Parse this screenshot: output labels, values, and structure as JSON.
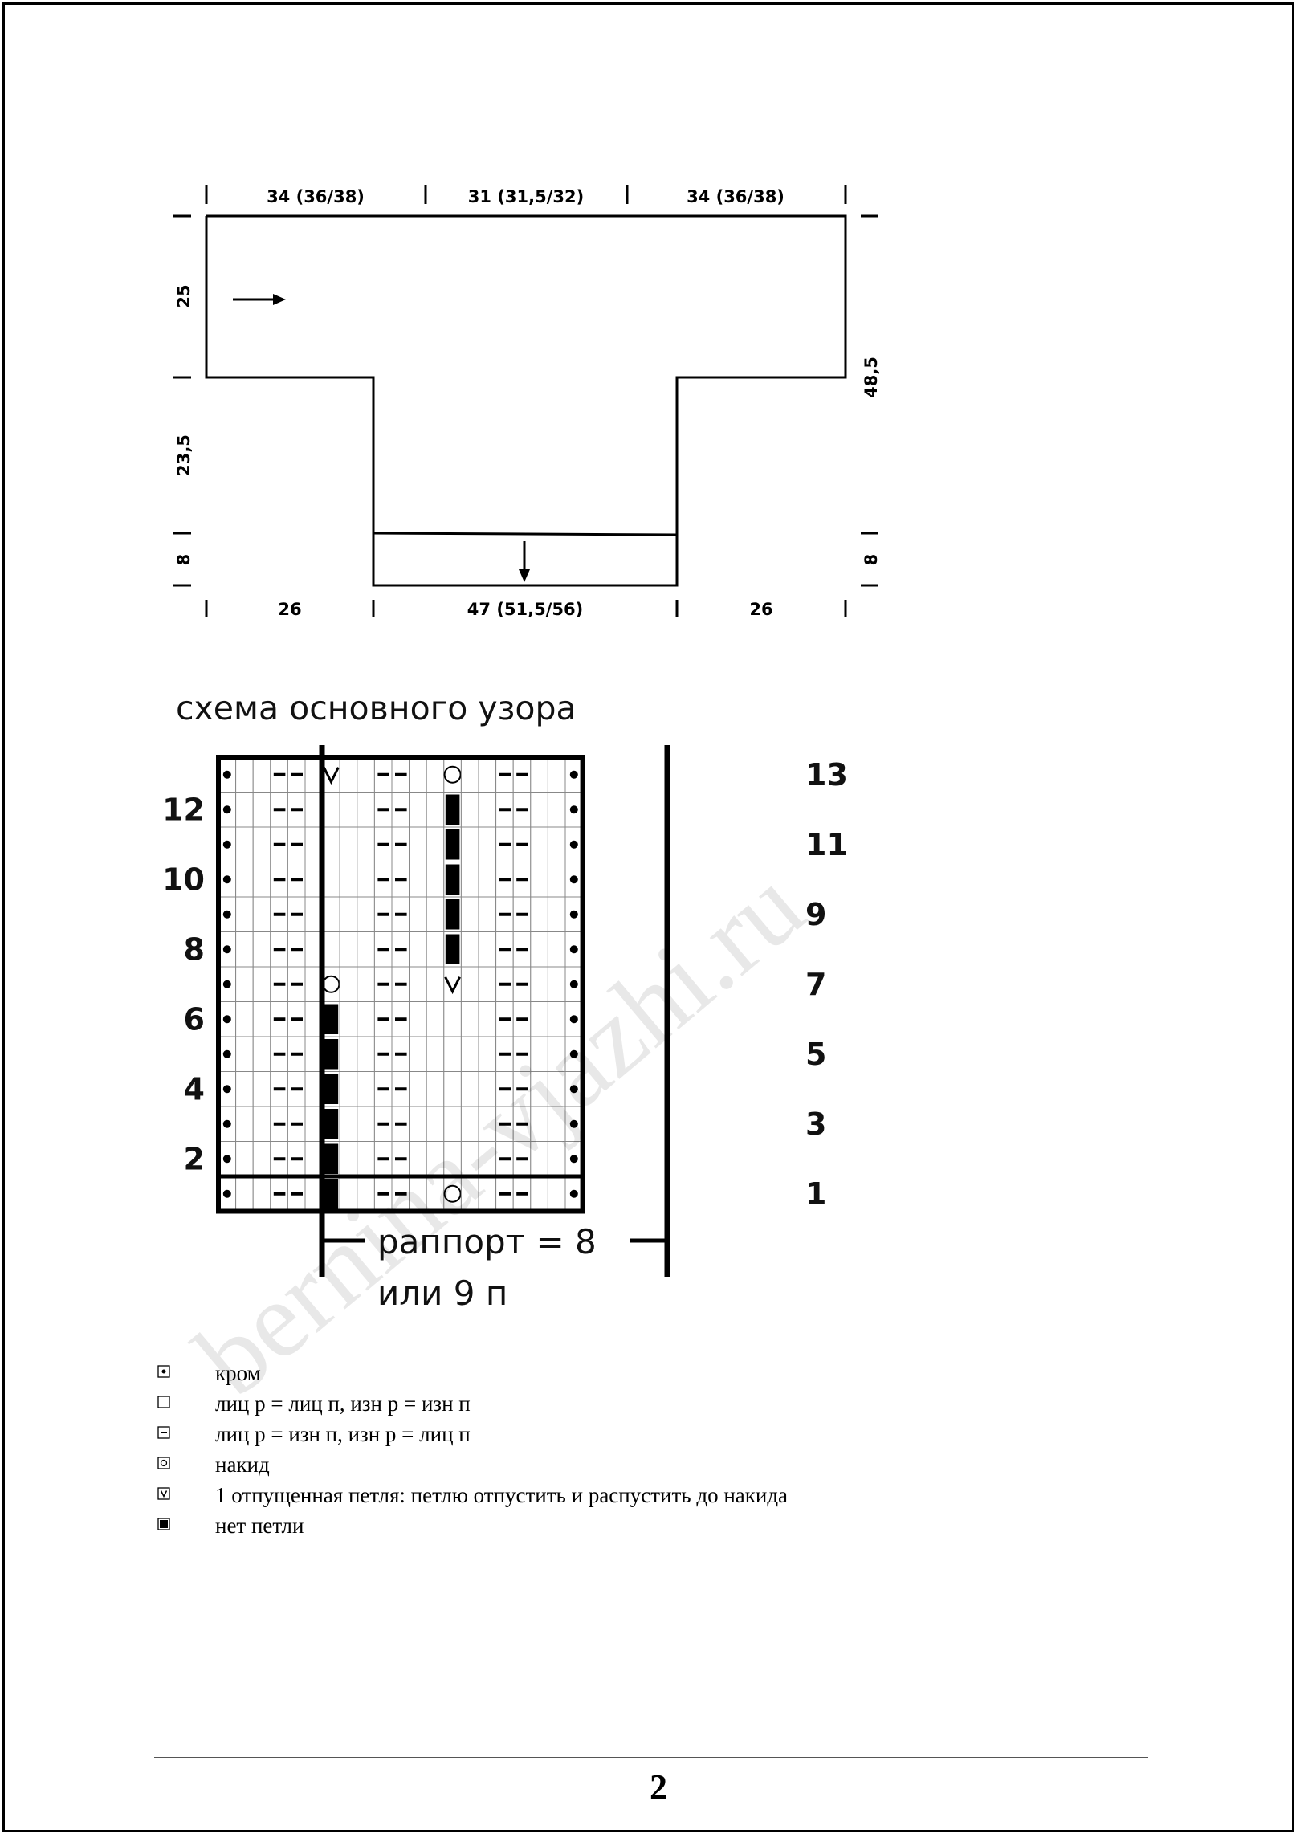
{
  "schematic": {
    "top_dims": [
      "34 (36/38)",
      "31 (31,5/32)",
      "34 (36/38)"
    ],
    "left_dims": [
      "25",
      "23,5",
      "8"
    ],
    "right_dims": [
      "48,5",
      "8"
    ],
    "bottom_dims": [
      "26",
      "47 (51,5/56)",
      "26"
    ]
  },
  "chart": {
    "title": "схема основного узора",
    "left_row_numbers": [
      "12",
      "10",
      "8",
      "6",
      "4",
      "2"
    ],
    "right_row_numbers": [
      "13",
      "11",
      "9",
      "7",
      "5",
      "3",
      "1"
    ],
    "repeat_line1": "раппорт = 8",
    "repeat_line2": "или 9 п",
    "grid": [
      "e..pp.v..pp..o..pp..e",
      "e..pp....pp..x..pp..e",
      "e..pp....pp..x..pp..e",
      "e..pp....pp..x..pp..e",
      "e..pp....pp..x..pp..e",
      "e..pp....pp..x..pp..e",
      "e..pp.o..pp..v..pp..e",
      "e..pp.x..pp.....pp..e",
      "e..pp.x..pp.....pp..e",
      "e..pp.x..pp.....pp..e",
      "e..pp.x..pp.....pp..e",
      "e..pp.x..pp.....pp..e",
      "e..pp.x..pp..o..pp..e"
    ],
    "grid_legend": {
      "e": "кром",
      ".": "лиц р = лиц п, изн р = изн п",
      "p": "лиц р = изн п, изн р = лиц п",
      "o": "накид",
      "v": "1 отпущенная петля: петлю отпустить и распустить до накида",
      "x": "нет петли"
    }
  },
  "legend": [
    {
      "icon": "edge-stitch-icon",
      "text": "кром"
    },
    {
      "icon": "empty-square-icon",
      "text": "лиц р = лиц п, изн р = изн п"
    },
    {
      "icon": "dash-square-icon",
      "text": "лиц р = изн п, изн р = лиц п"
    },
    {
      "icon": "circle-square-icon",
      "text": "накид"
    },
    {
      "icon": "v-square-icon",
      "text": "1 отпущенная петля: петлю отпустить и распустить до накида"
    },
    {
      "icon": "filled-square-icon",
      "text": "нет петли"
    }
  ],
  "watermark": "bernina-vjazhi.ru",
  "page_number": "2"
}
